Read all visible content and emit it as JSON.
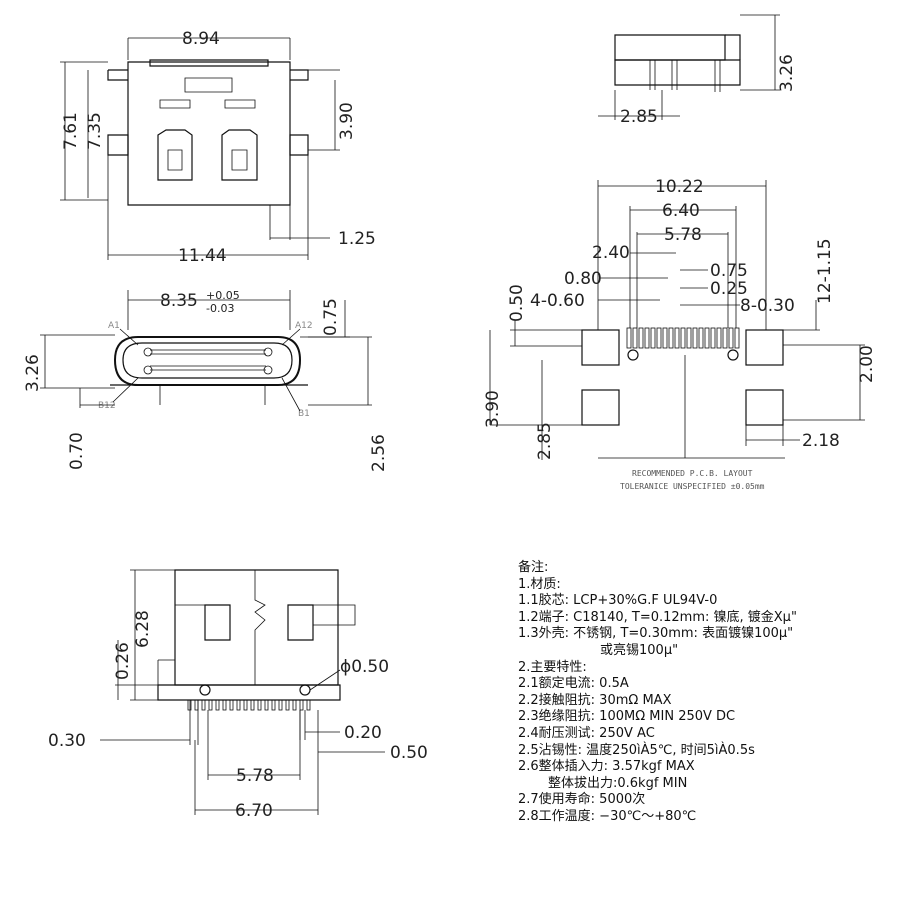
{
  "top_view": {
    "w": "8.94",
    "h1": "7.61",
    "h2": "7.35",
    "d1": "3.90",
    "d2": "1.25",
    "w2": "11.44"
  },
  "side_view": {
    "h": "3.26",
    "d": "2.85"
  },
  "front_view": {
    "w": "8.35",
    "tol_plus": "+0.05",
    "tol_minus": "-0.03",
    "t": "0.75",
    "h": "3.26",
    "b": "0.70",
    "c": "2.56",
    "pin_a1": "A1",
    "pin_a12": "A12",
    "pin_b12": "B12",
    "pin_b1": "B1"
  },
  "pcb_layout": {
    "w1": "10.22",
    "w2": "6.40",
    "w3": "5.78",
    "p1": "2.40",
    "p2": "0.80",
    "p3": "4-0.60",
    "q1": "0.75",
    "q2": "0.25",
    "q3": "8-0.30",
    "r1": "12-1.15",
    "r2": "2.00",
    "s1": "0.50",
    "s2": "3.90",
    "s3": "2.85",
    "s4": "2.18",
    "caption1": "RECOMMENDED  P.C.B. LAYOUT",
    "caption2": "TOLERANICE UNSPECIFIED ±0.05mm"
  },
  "bottom_view": {
    "h1": "6.28",
    "h2": "0.26",
    "phi": "ϕ0.50",
    "a": "0.30",
    "b": "0.20",
    "c": "0.50",
    "d": "5.78",
    "e": "6.70"
  },
  "notes": {
    "title": "备注:",
    "lines": [
      "1.材质:",
      "1.1胶芯: LCP+30%G.F UL94V-0",
      "1.2端子: C18140, T=0.12mm: 镍底, 镀金Xμ\"",
      "1.3外壳: 不锈钢, T=0.30mm: 表面镀镍100μ\"",
      "或亮锡100μ\"",
      "2.主要特性:",
      "2.1额定电流: 0.5A",
      "2.2接触阻抗: 30mΩ MAX",
      "2.3绝缘阻抗: 100MΩ MIN 250V DC",
      "2.4耐压测试: 250V AC",
      "2.5沾锡性: 温度250ìÀ5℃, 时间5ìÀ0.5s",
      "2.6整体插入力: 3.57kgf MAX",
      "整体拔出力:0.6kgf MIN",
      "2.7使用寿命: 5000次",
      "2.8工作温度: −30℃～+80℃"
    ]
  }
}
